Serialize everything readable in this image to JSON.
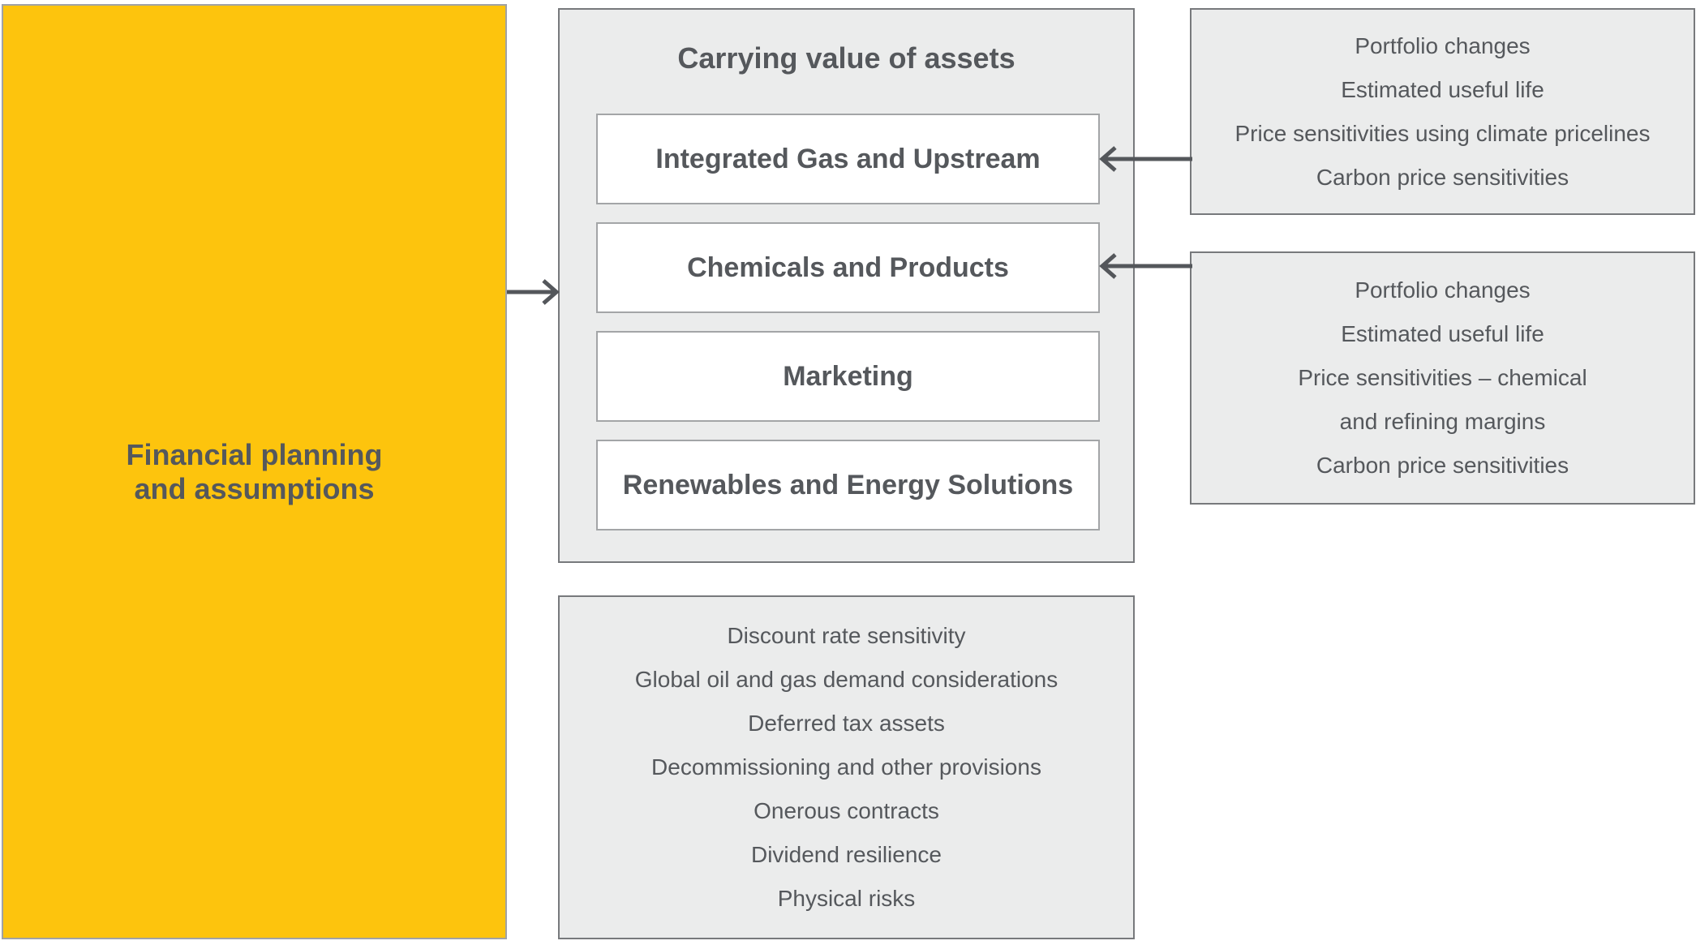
{
  "colors": {
    "yellow": "#FDC40D",
    "panel-fill": "#EBECEC",
    "panel-border": "#77797C",
    "seg-border": "#A3A5A7",
    "yellow-border": "#A0A2A5",
    "text": "#55585C",
    "arrow": "#54575B"
  },
  "left_panel": {
    "title": "Financial planning\nand assumptions"
  },
  "assets_panel": {
    "title": "Carrying value of assets",
    "segments": [
      {
        "label": "Integrated Gas and Upstream"
      },
      {
        "label": "Chemicals and Products"
      },
      {
        "label": "Marketing"
      },
      {
        "label": "Renewables and Energy Solutions"
      }
    ]
  },
  "sensitivity_panels": [
    {
      "items": [
        "Portfolio changes",
        "Estimated useful life",
        "Price sensitivities using climate pricelines",
        "Carbon price sensitivities"
      ]
    },
    {
      "items": [
        "Portfolio changes",
        "Estimated useful life",
        "Price sensitivities – chemical\nand refining margins",
        "Carbon price sensitivities"
      ]
    }
  ],
  "considerations_panel": {
    "items": [
      "Discount rate sensitivity",
      "Global oil and gas demand considerations",
      "Deferred tax assets",
      "Decommissioning and other provisions",
      "Onerous contracts",
      "Dividend resilience",
      "Physical risks"
    ]
  }
}
